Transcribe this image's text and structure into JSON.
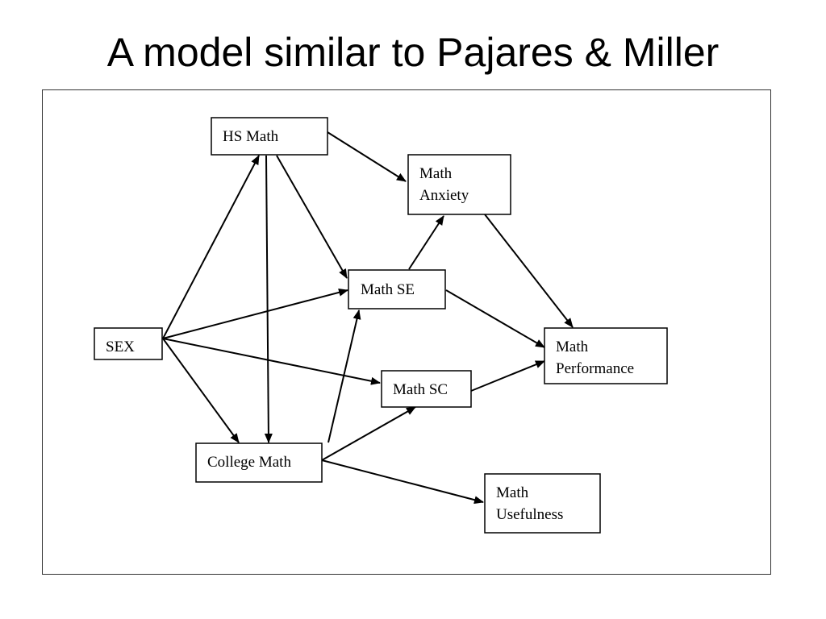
{
  "slide": {
    "title": "A model similar to Pajares & Miller"
  },
  "diagram": {
    "nodes": {
      "hs_math": {
        "lines": [
          "HS Math"
        ]
      },
      "math_anxiety": {
        "lines": [
          "Math",
          "Anxiety"
        ]
      },
      "math_se": {
        "lines": [
          "Math SE"
        ]
      },
      "sex": {
        "lines": [
          "SEX"
        ]
      },
      "math_performance": {
        "lines": [
          "Math",
          "Performance"
        ]
      },
      "math_sc": {
        "lines": [
          "Math SC"
        ]
      },
      "college_math": {
        "lines": [
          "College Math"
        ]
      },
      "math_usefulness": {
        "lines": [
          "Math",
          "Usefulness"
        ]
      }
    },
    "edges": [
      {
        "from": "sex",
        "to": "hs_math"
      },
      {
        "from": "sex",
        "to": "math_se"
      },
      {
        "from": "sex",
        "to": "math_sc"
      },
      {
        "from": "sex",
        "to": "college_math"
      },
      {
        "from": "hs_math",
        "to": "math_anxiety"
      },
      {
        "from": "hs_math",
        "to": "math_se"
      },
      {
        "from": "hs_math",
        "to": "college_math"
      },
      {
        "from": "math_se",
        "to": "math_anxiety"
      },
      {
        "from": "math_se",
        "to": "math_performance"
      },
      {
        "from": "math_anxiety",
        "to": "math_performance"
      },
      {
        "from": "math_sc",
        "to": "math_performance"
      },
      {
        "from": "college_math",
        "to": "math_se"
      },
      {
        "from": "college_math",
        "to": "math_sc"
      },
      {
        "from": "college_math",
        "to": "math_usefulness"
      }
    ]
  }
}
